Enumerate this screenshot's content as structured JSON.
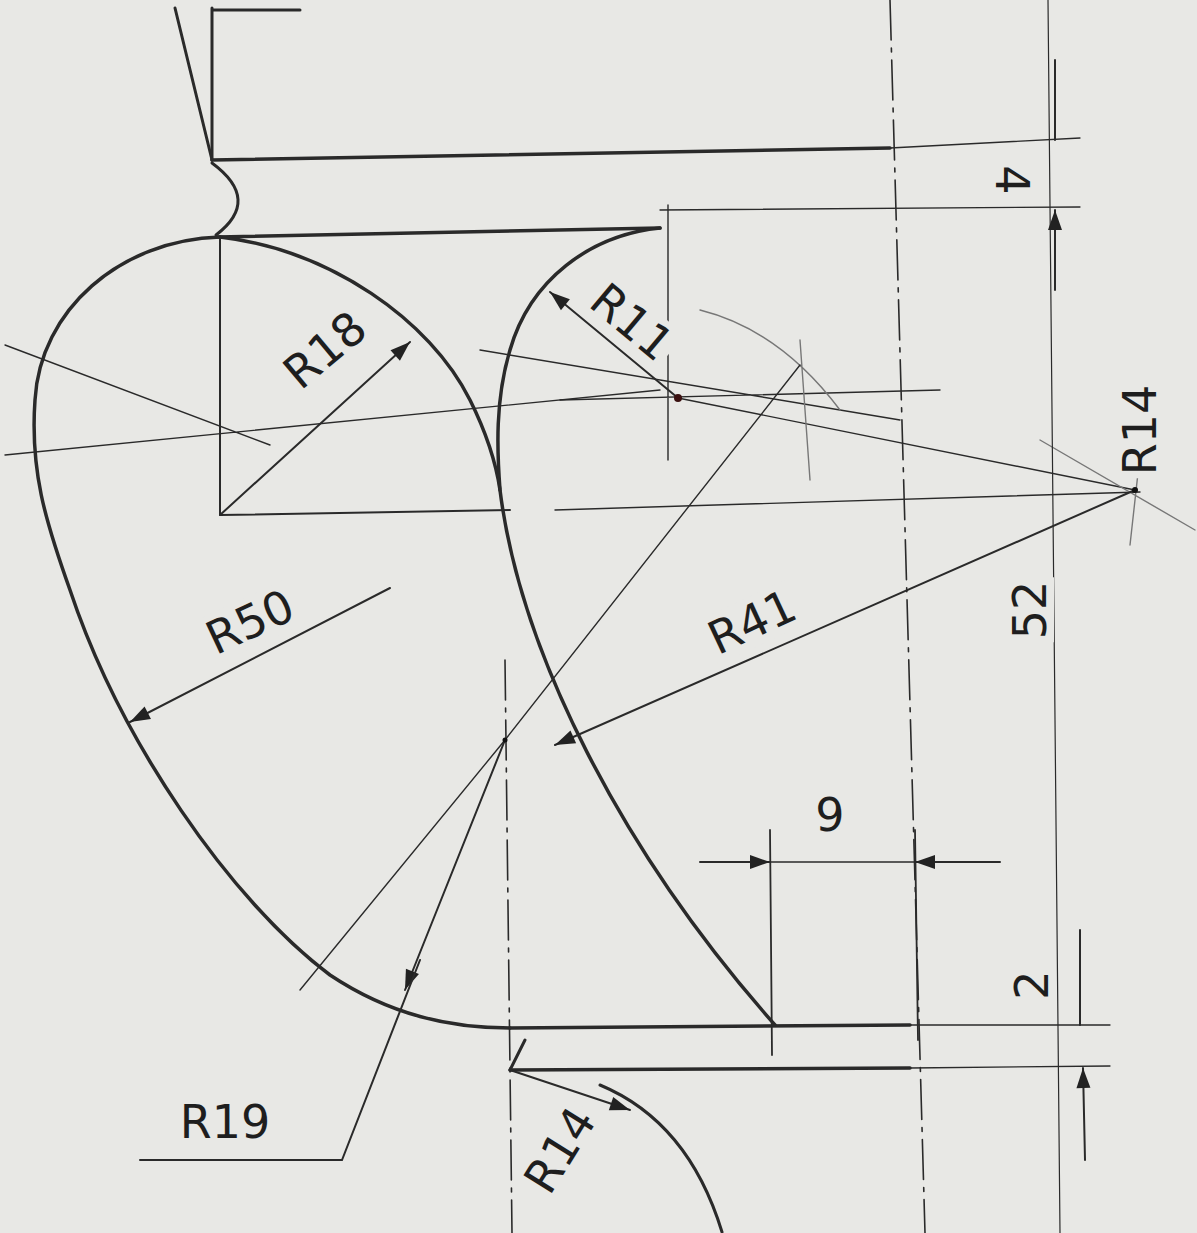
{
  "diagram": {
    "labels": [
      "4",
      "R18",
      "R11",
      "R14",
      "R50",
      "R41",
      "52",
      "9",
      "2",
      "R19",
      "R14"
    ]
  }
}
